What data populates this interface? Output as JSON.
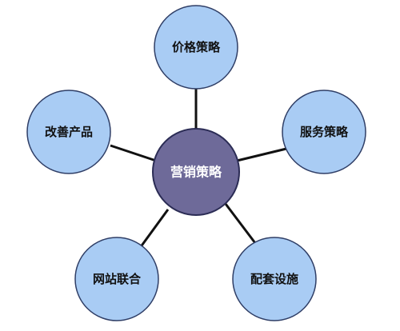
{
  "diagram": {
    "colors": {
      "outer_fill": "#a9ccf4",
      "outer_stroke": "#2f3e66",
      "center_fill": "#6e6a99",
      "center_stroke": "#2b2c55",
      "connector": "#111111"
    },
    "center": {
      "label": "营销策略"
    },
    "nodes": [
      {
        "label": "价格策略"
      },
      {
        "label": "服务策略"
      },
      {
        "label": "配套设施"
      },
      {
        "label": "网站联合"
      },
      {
        "label": "改善产品"
      }
    ]
  }
}
